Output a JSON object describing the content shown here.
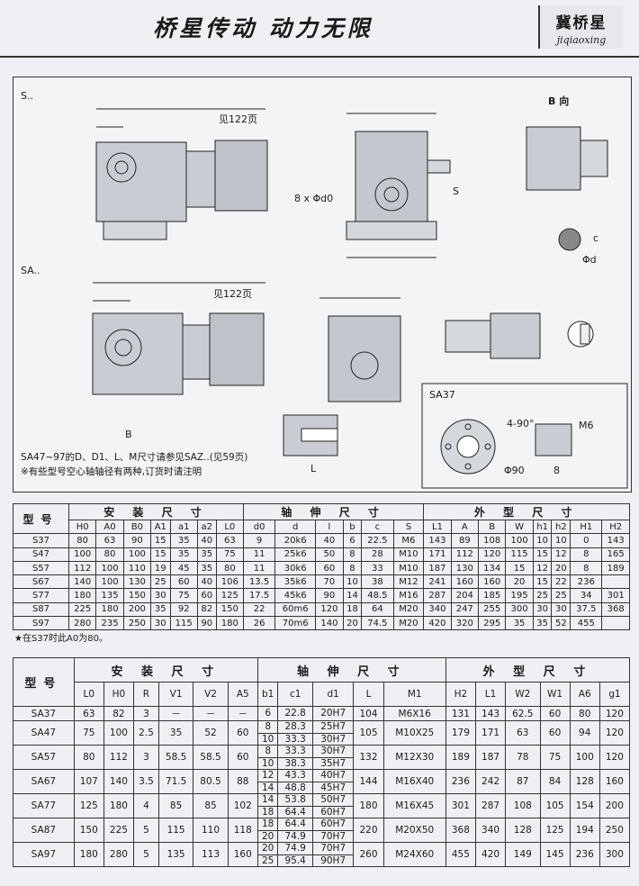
{
  "header": {
    "title": "桥星传动  动力无限",
    "brand_cn": "冀桥星",
    "brand_en": "jiqiaoxing"
  },
  "drawing": {
    "label_s": "S..",
    "label_sa": "SA..",
    "label_b_view": "B 向",
    "label_sa37": "SA37",
    "ref_page": "见122页",
    "ref_page2": "见122页",
    "angle": "4-90°",
    "dim_m6": "M6",
    "dim_8": "8",
    "dim_phi90": "Φ90",
    "dim_l": "L",
    "dim_b": "B",
    "dim_s": "S",
    "dim_c": "c",
    "dim_phid": "Φd",
    "dim_key": "8 x Φd0",
    "note1": "SA47~97的D、D1、L、M尺寸请参见SAZ..(见59页)",
    "note2": "※有些型号空心轴轴径有两种,订货时请注明"
  },
  "table1": {
    "groups": [
      "型号",
      "安 装 尺 寸",
      "轴 伸 尺 寸",
      "外 型 尺 寸"
    ],
    "cols": [
      "H0",
      "A0",
      "B0",
      "A1",
      "a1",
      "a2",
      "L0",
      "d0",
      "d",
      "l",
      "b",
      "c",
      "S",
      "L1",
      "A",
      "B",
      "W",
      "h1",
      "h2",
      "H1",
      "H2"
    ],
    "rows": [
      [
        "S37",
        "80",
        "63",
        "90",
        "15",
        "35",
        "40",
        "63",
        "9",
        "20k6",
        "40",
        "6",
        "22.5",
        "M6",
        "143",
        "89",
        "108",
        "100",
        "10",
        "10",
        "0",
        "143"
      ],
      [
        "S47",
        "100",
        "80",
        "100",
        "15",
        "35",
        "35",
        "75",
        "11",
        "25k6",
        "50",
        "8",
        "28",
        "M10",
        "171",
        "112",
        "120",
        "115",
        "15",
        "12",
        "8",
        "165"
      ],
      [
        "S57",
        "112",
        "100",
        "110",
        "19",
        "45",
        "35",
        "80",
        "11",
        "30k6",
        "60",
        "8",
        "33",
        "M10",
        "187",
        "130",
        "134",
        "15",
        "12",
        "20",
        "8",
        "189"
      ],
      [
        "S67",
        "140",
        "100",
        "130",
        "25",
        "60",
        "40",
        "106",
        "13.5",
        "35k6",
        "70",
        "10",
        "38",
        "M12",
        "241",
        "160",
        "160",
        "20",
        "15",
        "22",
        "236",
        ""
      ],
      [
        "S77",
        "180",
        "135",
        "150",
        "30",
        "75",
        "60",
        "125",
        "17.5",
        "45k6",
        "90",
        "14",
        "48.5",
        "M16",
        "287",
        "204",
        "185",
        "195",
        "25",
        "25",
        "34",
        "301"
      ],
      [
        "S87",
        "225",
        "180",
        "200",
        "35",
        "92",
        "82",
        "150",
        "22",
        "60m6",
        "120",
        "18",
        "64",
        "M20",
        "340",
        "247",
        "255",
        "300",
        "30",
        "30",
        "37.5",
        "368"
      ],
      [
        "S97",
        "280",
        "235",
        "250",
        "30",
        "115",
        "90",
        "180",
        "26",
        "70m6",
        "140",
        "20",
        "74.5",
        "M20",
        "420",
        "320",
        "295",
        "35",
        "35",
        "52",
        "455",
        ""
      ]
    ],
    "footnote": "★在S37时此A0为80。"
  },
  "table2": {
    "groups": [
      "型号",
      "安 装 尺 寸",
      "轴 伸 尺 寸",
      "外 型 尺 寸"
    ],
    "cols": [
      "L0",
      "H0",
      "R",
      "V1",
      "V2",
      "A5",
      "b1",
      "c1",
      "d1",
      "L",
      "M1",
      "H2",
      "L1",
      "W2",
      "W1",
      "A6",
      "g1"
    ],
    "rows": [
      {
        "model": "SA37",
        "L0": "63",
        "H0": "82",
        "R": "3",
        "V1": "－",
        "V2": "－",
        "A5": "－",
        "b1": [
          "6"
        ],
        "c1": [
          "22.8"
        ],
        "d1": [
          "20H7"
        ],
        "L": "104",
        "M1": "M6X16",
        "H2": "131",
        "L1": "143",
        "W2": "62.5",
        "W1": "60",
        "A6": "80",
        "g1": "120"
      },
      {
        "model": "SA47",
        "L0": "75",
        "H0": "100",
        "R": "2.5",
        "V1": "35",
        "V2": "52",
        "A5": "60",
        "b1": [
          "8",
          "10"
        ],
        "c1": [
          "28.3",
          "33.3"
        ],
        "d1": [
          "25H7",
          "30H7"
        ],
        "L": "105",
        "M1": "M10X25",
        "H2": "179",
        "L1": "171",
        "W2": "63",
        "W1": "60",
        "A6": "94",
        "g1": "120"
      },
      {
        "model": "SA57",
        "L0": "80",
        "H0": "112",
        "R": "3",
        "V1": "58.5",
        "V2": "58.5",
        "A5": "60",
        "b1": [
          "8",
          "10"
        ],
        "c1": [
          "33.3",
          "38.3"
        ],
        "d1": [
          "30H7",
          "35H7"
        ],
        "L": "132",
        "M1": "M12X30",
        "H2": "189",
        "L1": "187",
        "W2": "78",
        "W1": "75",
        "A6": "100",
        "g1": "120"
      },
      {
        "model": "SA67",
        "L0": "107",
        "H0": "140",
        "R": "3.5",
        "V1": "71.5",
        "V2": "80.5",
        "A5": "88",
        "b1": [
          "12",
          "14"
        ],
        "c1": [
          "43.3",
          "48.8"
        ],
        "d1": [
          "40H7",
          "45H7"
        ],
        "L": "144",
        "M1": "M16X40",
        "H2": "236",
        "L1": "242",
        "W2": "87",
        "W1": "84",
        "A6": "128",
        "g1": "160"
      },
      {
        "model": "SA77",
        "L0": "125",
        "H0": "180",
        "R": "4",
        "V1": "85",
        "V2": "85",
        "A5": "102",
        "b1": [
          "14",
          "18"
        ],
        "c1": [
          "53.8",
          "64.4"
        ],
        "d1": [
          "50H7",
          "60H7"
        ],
        "L": "180",
        "M1": "M16X45",
        "H2": "301",
        "L1": "287",
        "W2": "108",
        "W1": "105",
        "A6": "154",
        "g1": "200"
      },
      {
        "model": "SA87",
        "L0": "150",
        "H0": "225",
        "R": "5",
        "V1": "115",
        "V2": "110",
        "A5": "118",
        "b1": [
          "18",
          "20"
        ],
        "c1": [
          "64.4",
          "74.9"
        ],
        "d1": [
          "60H7",
          "70H7"
        ],
        "L": "220",
        "M1": "M20X50",
        "H2": "368",
        "L1": "340",
        "W2": "128",
        "W1": "125",
        "A6": "194",
        "g1": "250"
      },
      {
        "model": "SA97",
        "L0": "180",
        "H0": "280",
        "R": "5",
        "V1": "135",
        "V2": "113",
        "A5": "160",
        "b1": [
          "20",
          "25"
        ],
        "c1": [
          "74.9",
          "95.4"
        ],
        "d1": [
          "70H7",
          "90H7"
        ],
        "L": "260",
        "M1": "M24X60",
        "H2": "455",
        "L1": "420",
        "W2": "149",
        "W1": "145",
        "A6": "236",
        "g1": "300"
      }
    ]
  }
}
